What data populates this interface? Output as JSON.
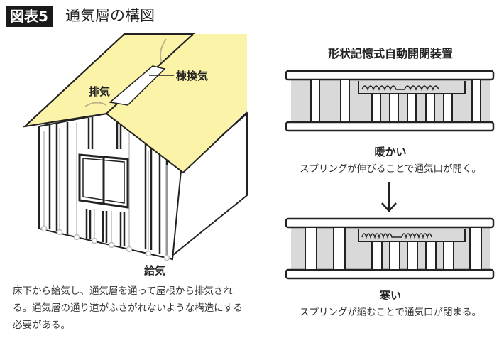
{
  "header": {
    "tag": "図表5",
    "title": "通気層の構図"
  },
  "house": {
    "exhaust_label": "排気",
    "ridge_vent_label": "棟換気",
    "intake_label": "給気",
    "caption": "床下から給気し、通気層を通って屋根から排気される。通気層の通り道がふさがれないような構造にする必要がある。"
  },
  "device": {
    "title": "形状記憶式自動開閉装置",
    "warm": {
      "label": "暖かい",
      "caption": "スプリングが伸びることで通気口が開く。"
    },
    "cold": {
      "label": "寒い",
      "caption": "スプリングが縮むことで通気口が閉まる。"
    }
  },
  "colors": {
    "roof": "#fbf3a8",
    "gray": "#d9d9d9",
    "arrow": "#bdbdbd",
    "ink": "#222222"
  }
}
